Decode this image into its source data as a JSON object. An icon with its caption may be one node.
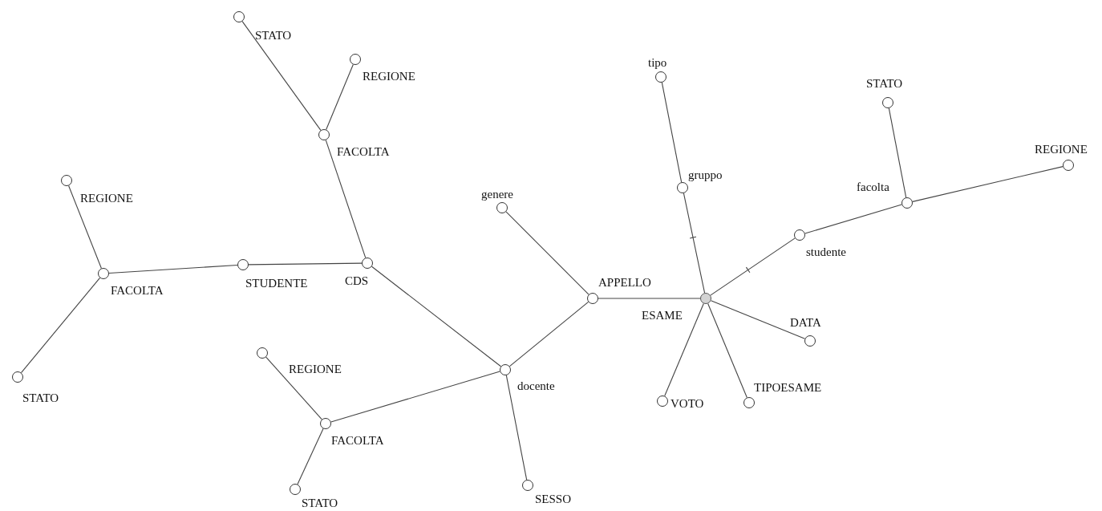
{
  "diagram": {
    "nodes": [
      {
        "text": [
          "ESAME"
        ]
      },
      {
        "text": [
          "APPELLO"
        ]
      },
      {
        "text": [
          "genere"
        ]
      },
      {
        "text": [
          "docente"
        ]
      },
      {
        "text": [
          "CDS"
        ]
      },
      {
        "text": [
          "FACOLTA"
        ]
      },
      {
        "text": [
          "STATO"
        ]
      },
      {
        "text": [
          "REGIONE"
        ]
      },
      {
        "text": [
          "STUDENTE"
        ]
      },
      {
        "text": [
          "FACOLTA"
        ]
      },
      {
        "text": [
          "REGIONE"
        ]
      },
      {
        "text": [
          "STATO"
        ]
      },
      {
        "text": [
          "FACOLTA"
        ]
      },
      {
        "text": [
          "REGIONE"
        ]
      },
      {
        "text": [
          "STATO"
        ]
      },
      {
        "text": [
          "SESSO"
        ]
      },
      {
        "text": [
          "gruppo"
        ]
      },
      {
        "text": [
          "tipo"
        ]
      },
      {
        "text": [
          "studente"
        ]
      },
      {
        "text": [
          "facolta"
        ]
      },
      {
        "text": [
          "STATO"
        ]
      },
      {
        "text": [
          "REGIONE"
        ]
      },
      {
        "text": [
          "DATA"
        ]
      },
      {
        "text": [
          "TIPOESAME"
        ]
      },
      {
        "text": [
          "VOTO"
        ]
      }
    ],
    "edges": [
      {
        "from": 0,
        "to": 1,
        "arrow": "none"
      },
      {
        "from": 1,
        "to": 2,
        "arrow": "none"
      },
      {
        "from": 1,
        "to": 3,
        "arrow": "none"
      },
      {
        "from": 3,
        "to": 4,
        "arrow": "none"
      },
      {
        "from": 4,
        "to": 5,
        "arrow": "none"
      },
      {
        "from": 5,
        "to": 6,
        "arrow": "none"
      },
      {
        "from": 5,
        "to": 7,
        "arrow": "none"
      },
      {
        "from": 4,
        "to": 8,
        "arrow": "none"
      },
      {
        "from": 8,
        "to": 9,
        "arrow": "none"
      },
      {
        "from": 9,
        "to": 10,
        "arrow": "none"
      },
      {
        "from": 9,
        "to": 11,
        "arrow": "none"
      },
      {
        "from": 3,
        "to": 12,
        "arrow": "none"
      },
      {
        "from": 12,
        "to": 13,
        "arrow": "none"
      },
      {
        "from": 12,
        "to": 14,
        "arrow": "none"
      },
      {
        "from": 3,
        "to": 15,
        "arrow": "none"
      },
      {
        "from": 0,
        "to": 16,
        "arrow": "none"
      },
      {
        "from": 16,
        "to": 17,
        "arrow": "none"
      },
      {
        "from": 0,
        "to": 18,
        "arrow": "none"
      },
      {
        "from": 18,
        "to": 19,
        "arrow": "none"
      },
      {
        "from": 19,
        "to": 20,
        "arrow": "none"
      },
      {
        "from": 19,
        "to": 21,
        "arrow": "none"
      },
      {
        "from": 0,
        "to": 22,
        "arrow": "none"
      },
      {
        "from": 0,
        "to": 23,
        "arrow": "none"
      },
      {
        "from": 0,
        "to": 24,
        "arrow": "none"
      }
    ]
  }
}
